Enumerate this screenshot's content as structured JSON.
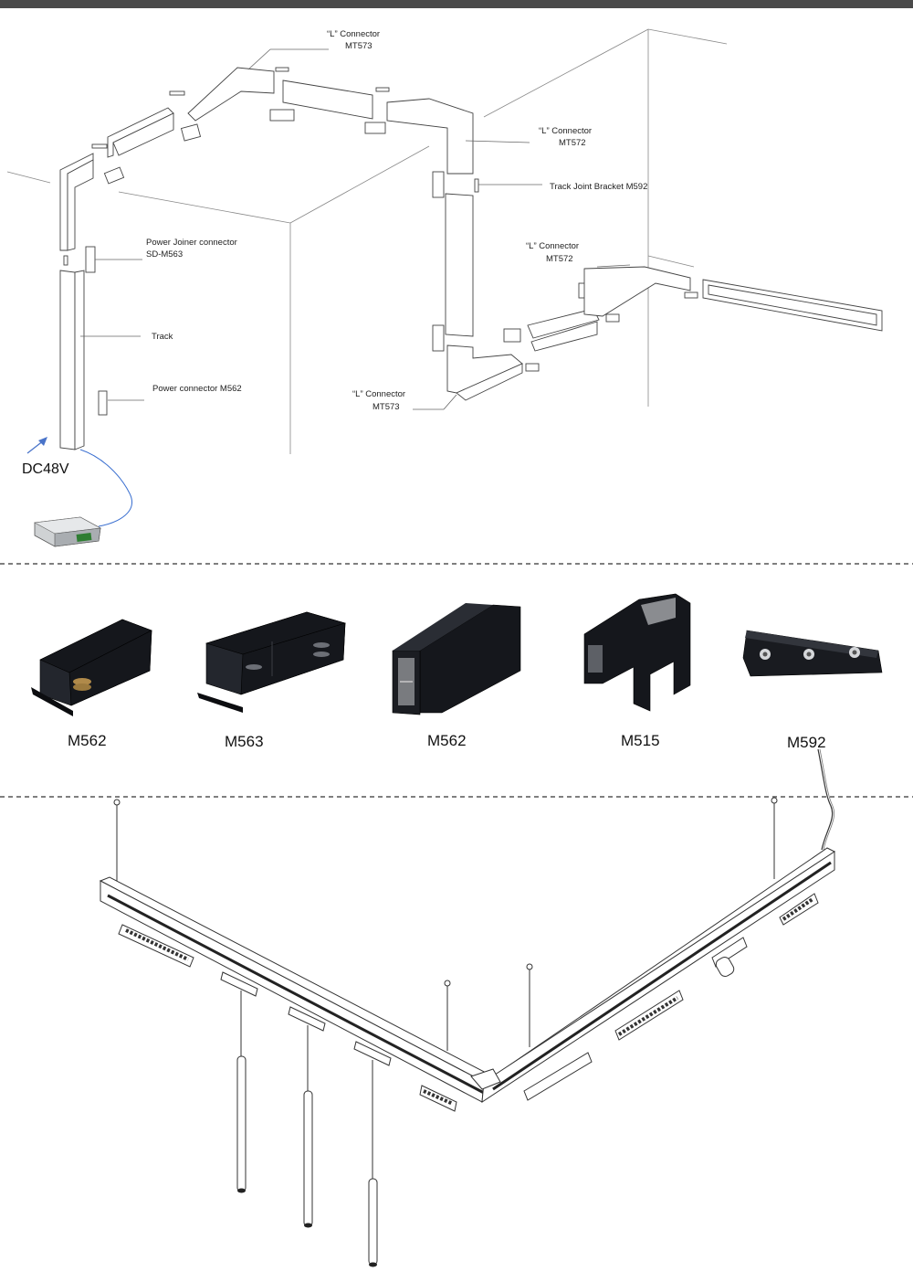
{
  "diagram": {
    "labels": {
      "l_connector_top": "“L” Connector",
      "l_connector_top_code": "MT573",
      "l_connector_right": "“L” Connector",
      "l_connector_right_code": "MT572",
      "track_joint_bracket": "Track Joint Bracket    M592",
      "power_joiner": "Power Joiner connector",
      "power_joiner_code": "SD-M563",
      "l_connector_mid": "“L” Connector",
      "l_connector_mid_code": "MT572",
      "track": "Track",
      "power_connector": "Power connector   M562",
      "l_connector_bottom": "“L” Connector",
      "l_connector_bottom_code": "MT573",
      "voltage": "DC48V"
    }
  },
  "products": [
    {
      "code": "M562"
    },
    {
      "code": "M563"
    },
    {
      "code": "M562"
    },
    {
      "code": "M515"
    },
    {
      "code": "M592"
    }
  ],
  "colors": {
    "arrow": "#4a74c9",
    "cable": "#3a6fd0",
    "part_black": "#15171c"
  }
}
